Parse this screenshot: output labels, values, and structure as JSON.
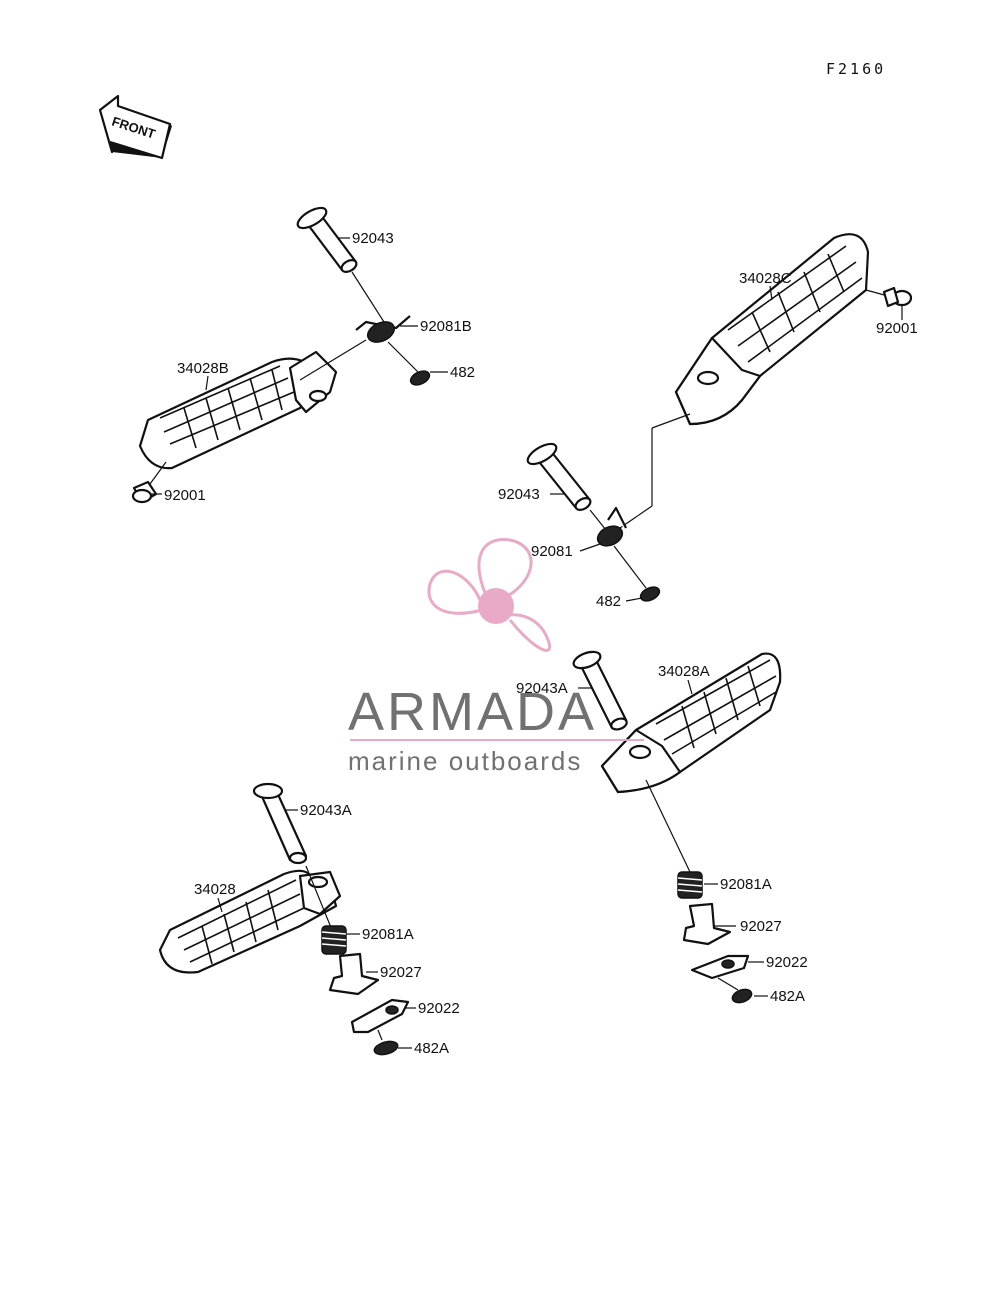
{
  "diagram": {
    "code": "F2160",
    "front_label": "FRONT",
    "labels": {
      "l1": "92043",
      "l2": "92081B",
      "l3": "482",
      "l4": "34028B",
      "l5": "92001",
      "l6": "34028C",
      "l7": "92001",
      "l8": "92043",
      "l9": "92081",
      "l10": "482",
      "l11": "92043A",
      "l12": "34028A",
      "l13": "92043A",
      "l14": "34028",
      "l15": "92081A",
      "l16": "92027",
      "l17": "92022",
      "l18": "482A",
      "l19": "92081A",
      "l20": "92027",
      "l21": "92022",
      "l22": "482A"
    }
  },
  "watermark": {
    "brand": "ARMADA",
    "tagline": "marine outboards",
    "accent_color": "#e8a6c6",
    "text_color": "#6a6a6a"
  }
}
